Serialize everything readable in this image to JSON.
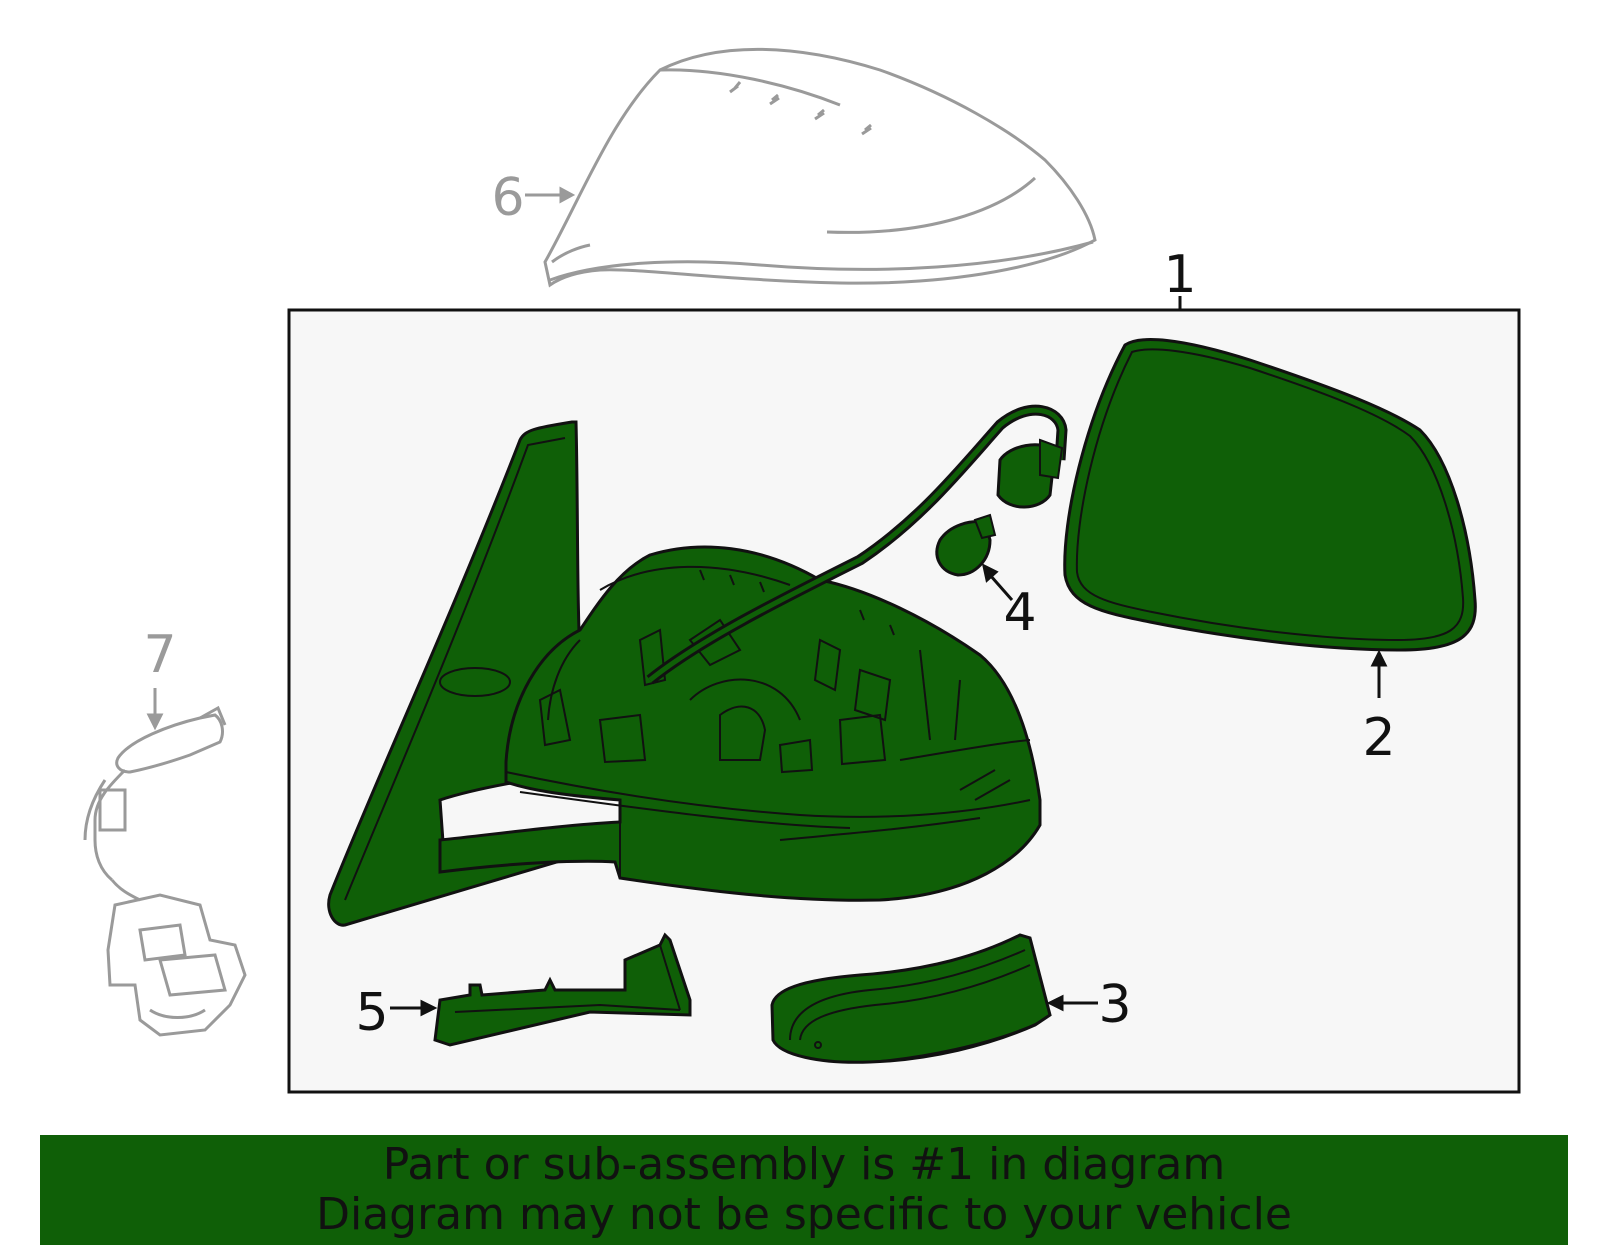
{
  "colors": {
    "part_fill": "#0f5f07",
    "stroke": "#111111",
    "inactive": "#9a9a9a",
    "box_fill": "#f7f7f7"
  },
  "callouts": {
    "c1": "1",
    "c2": "2",
    "c3": "3",
    "c4": "4",
    "c5": "5",
    "c6": "6",
    "c7": "7"
  },
  "banner": {
    "line1": "Part or sub-assembly is #1 in diagram",
    "line2": "Diagram may not be specific to your vehicle"
  }
}
